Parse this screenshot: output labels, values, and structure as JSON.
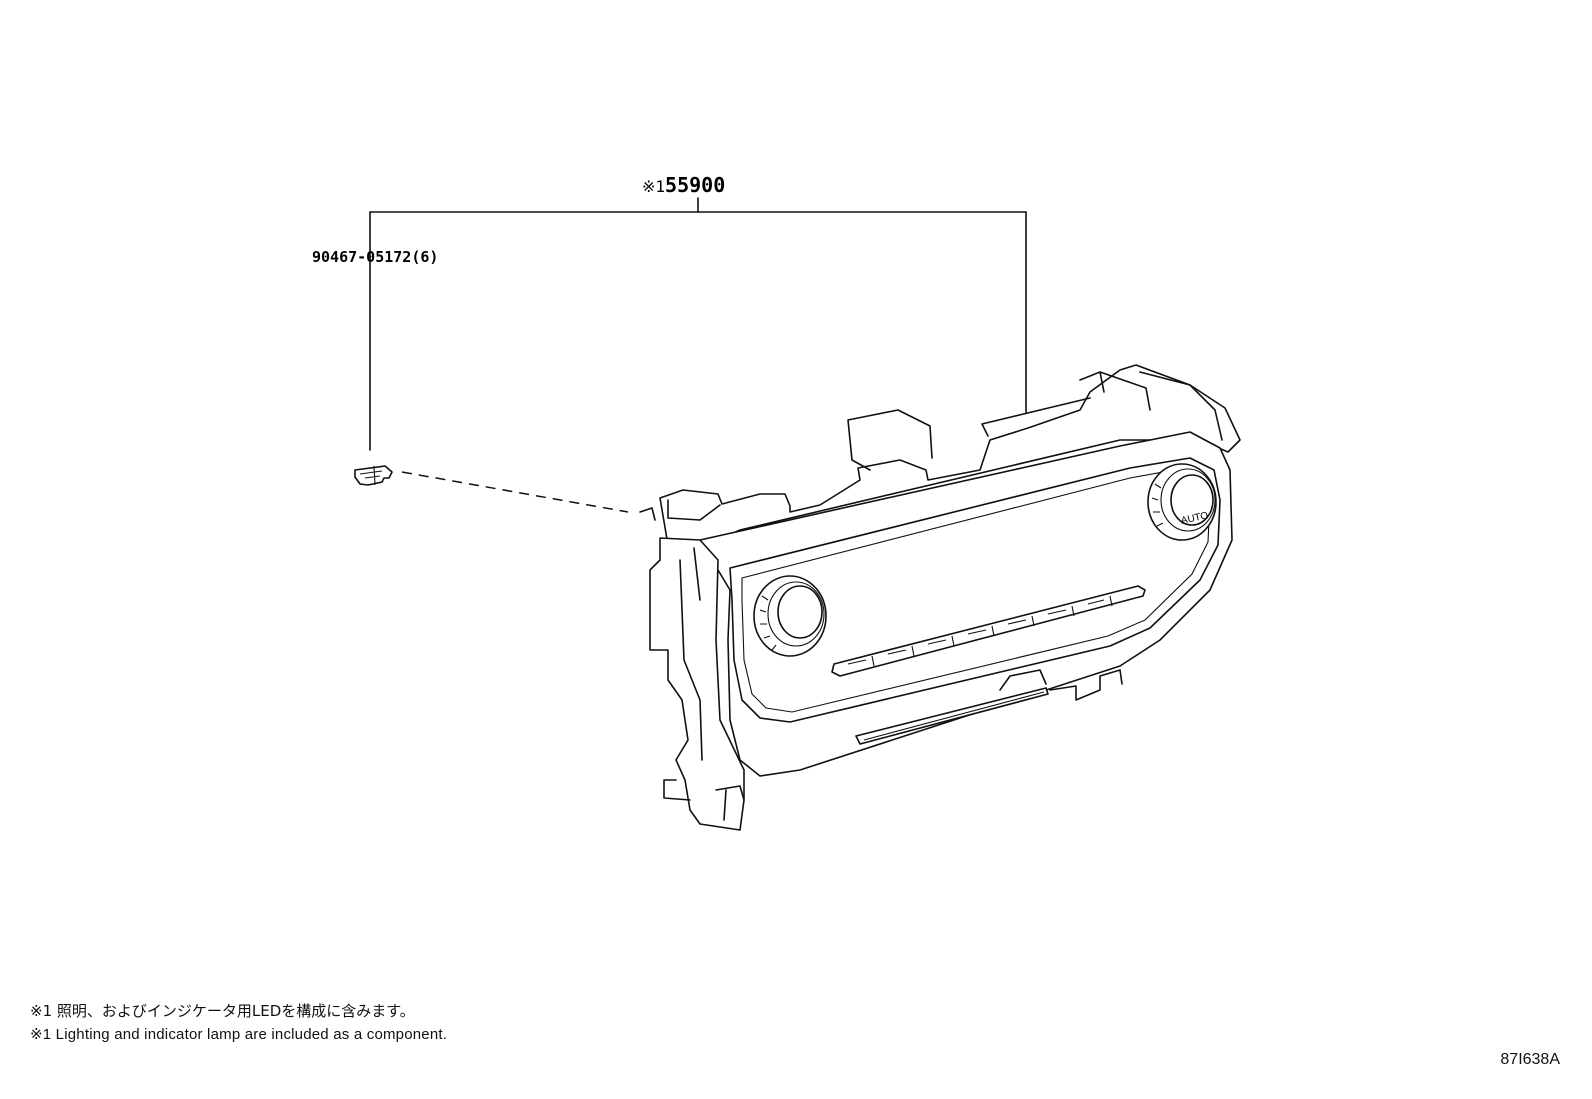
{
  "callouts": {
    "main_mark": "※1",
    "main_part": "55900",
    "sub_part": "90467-05172(6)"
  },
  "knob_label": "AUTO",
  "notes": {
    "jp": "※1 照明、およびインジケータ用LEDを構成に含みます。",
    "en": "※1 Lighting and indicator lamp are included as a component."
  },
  "diagram_code": "87I638A"
}
